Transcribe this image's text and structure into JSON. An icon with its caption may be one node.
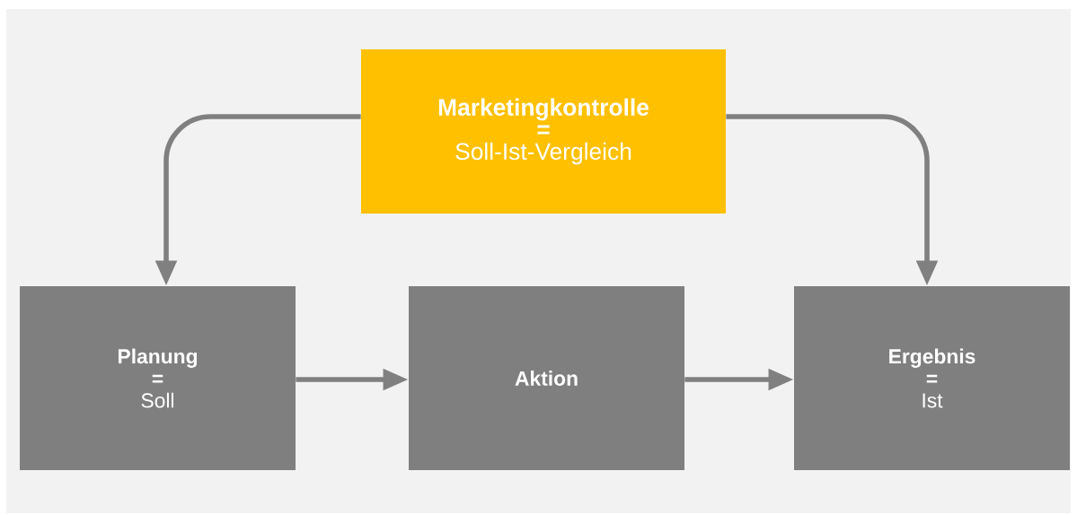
{
  "diagram": {
    "nodes": [
      {
        "text": [
          "Marketingkontrolle",
          "=",
          "Soll-Ist-Vergleich"
        ]
      },
      {
        "text": [
          "Planung",
          "=",
          "Soll"
        ]
      },
      {
        "text": [
          "Aktion"
        ]
      },
      {
        "text": [
          "Ergebnis",
          "=",
          "Ist"
        ]
      }
    ],
    "edges": [
      {
        "from": 0,
        "to": 1,
        "arrow": "to"
      },
      {
        "from": 1,
        "to": 2,
        "arrow": "to"
      },
      {
        "from": 2,
        "to": 3,
        "arrow": "to"
      },
      {
        "from": 0,
        "to": 3,
        "arrow": "to"
      }
    ]
  }
}
